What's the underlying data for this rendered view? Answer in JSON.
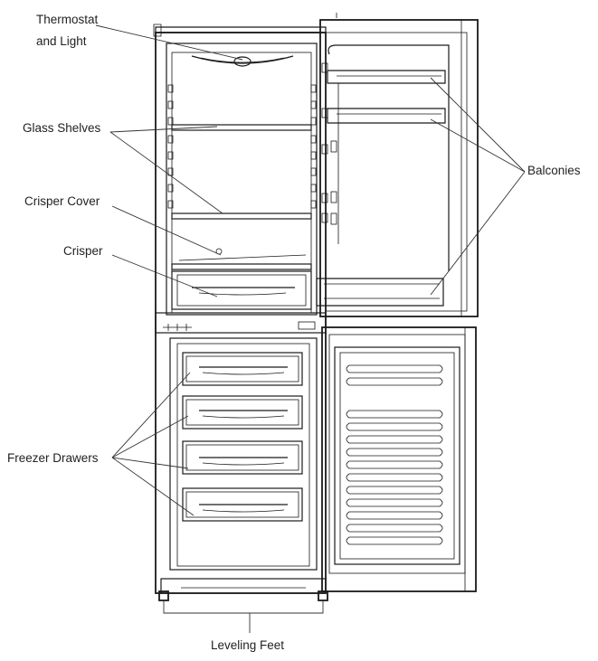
{
  "labels": {
    "thermostat_line1": "Thermostat",
    "thermostat_line2": "and Light",
    "glass_shelves": "Glass Shelves",
    "crisper_cover": "Crisper Cover",
    "crisper": "Crisper",
    "freezer_drawers": "Freezer Drawers",
    "balconies": "Balconies",
    "leveling_feet": "Leveling Feet"
  },
  "colors": {
    "line": "#1a1a1a",
    "text": "#222222",
    "background": "#ffffff"
  }
}
